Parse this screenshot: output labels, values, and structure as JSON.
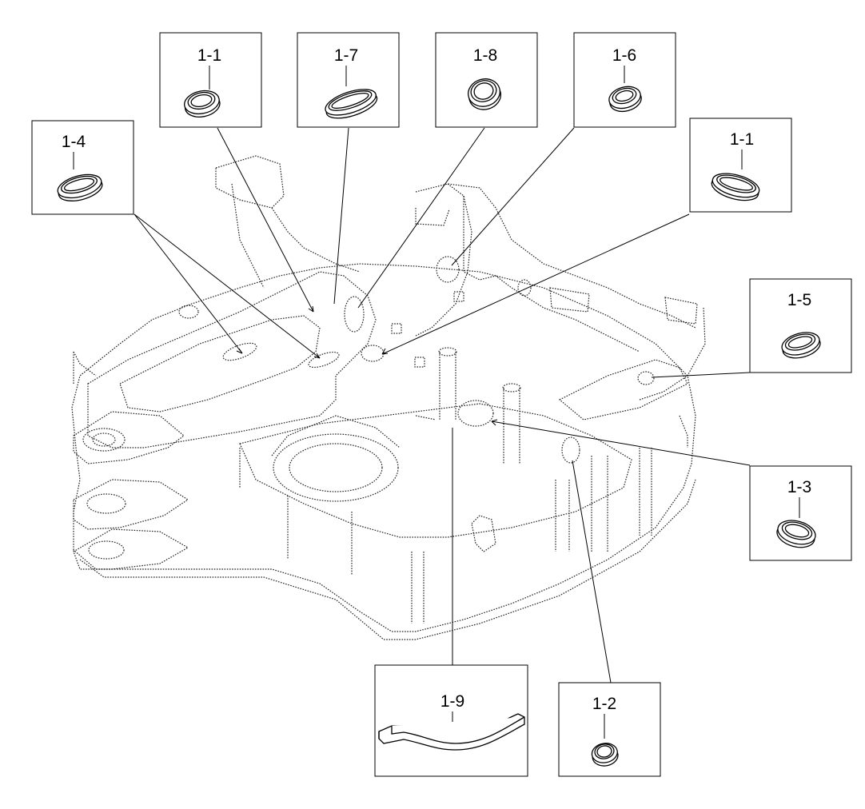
{
  "diagram": {
    "callouts": [
      {
        "id": "c1",
        "label": "1-1",
        "part_icon": "grommet-oval-icon"
      },
      {
        "id": "c2",
        "label": "1-7",
        "part_icon": "grommet-long-oval-icon"
      },
      {
        "id": "c3",
        "label": "1-8",
        "part_icon": "grommet-round-icon"
      },
      {
        "id": "c4",
        "label": "1-6",
        "part_icon": "grommet-oval-icon"
      },
      {
        "id": "c5",
        "label": "1-4",
        "part_icon": "grommet-oval-icon"
      },
      {
        "id": "c6",
        "label": "1-1",
        "part_icon": "grommet-oval-icon"
      },
      {
        "id": "c7",
        "label": "1-5",
        "part_icon": "grommet-oval-icon"
      },
      {
        "id": "c8",
        "label": "1-3",
        "part_icon": "grommet-oval-icon"
      },
      {
        "id": "c9",
        "label": "1-9",
        "part_icon": "cover-strip-icon"
      },
      {
        "id": "c10",
        "label": "1-2",
        "part_icon": "grommet-round-icon"
      }
    ]
  }
}
